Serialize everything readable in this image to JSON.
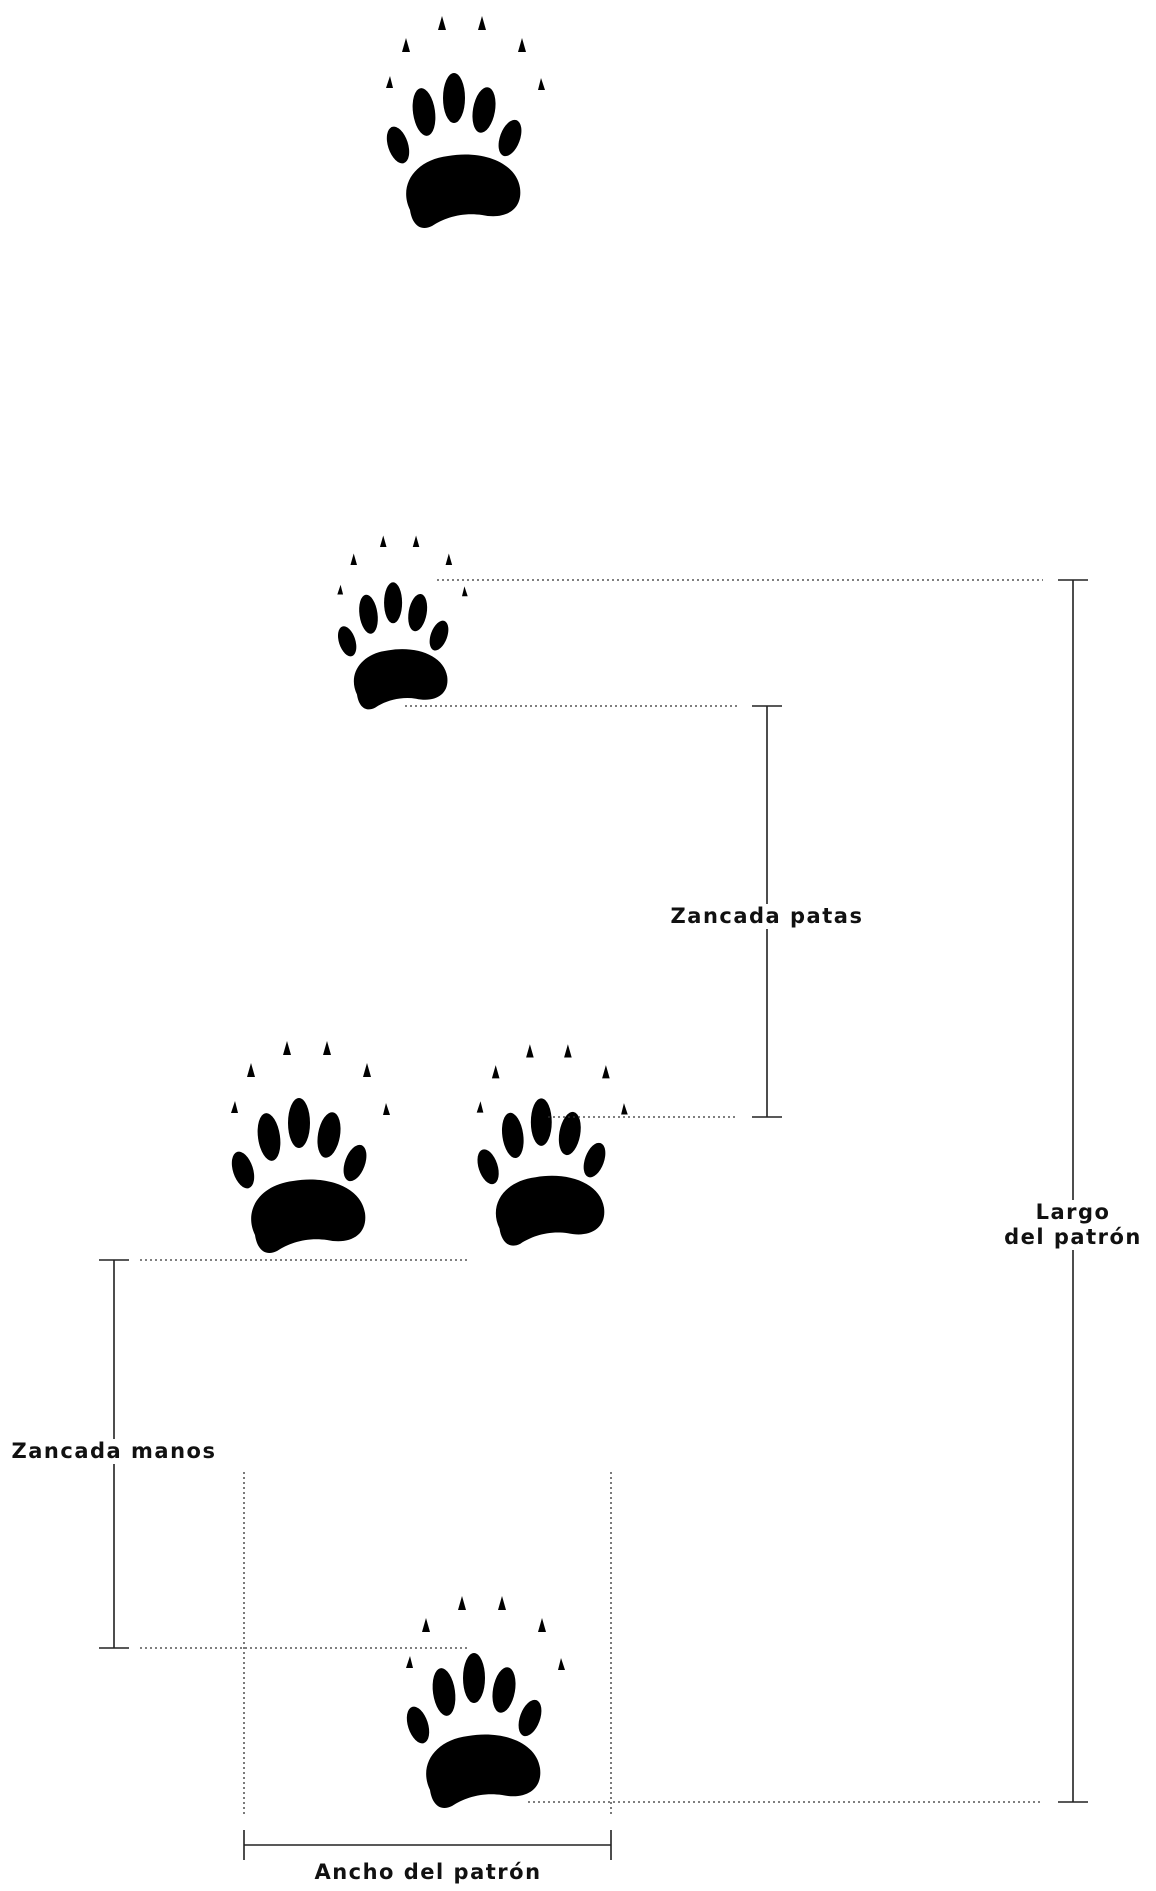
{
  "labels": {
    "zancada_patas": "Zancada patas",
    "zancada_manos": "Zancada manos",
    "largo_line1": "Largo",
    "largo_line2": "del patrón",
    "ancho": "Ancho del patrón"
  },
  "colors": {
    "ink": "#000000",
    "line": "#222222",
    "background": "#ffffff"
  },
  "icons": [
    "paw-print-icon"
  ]
}
